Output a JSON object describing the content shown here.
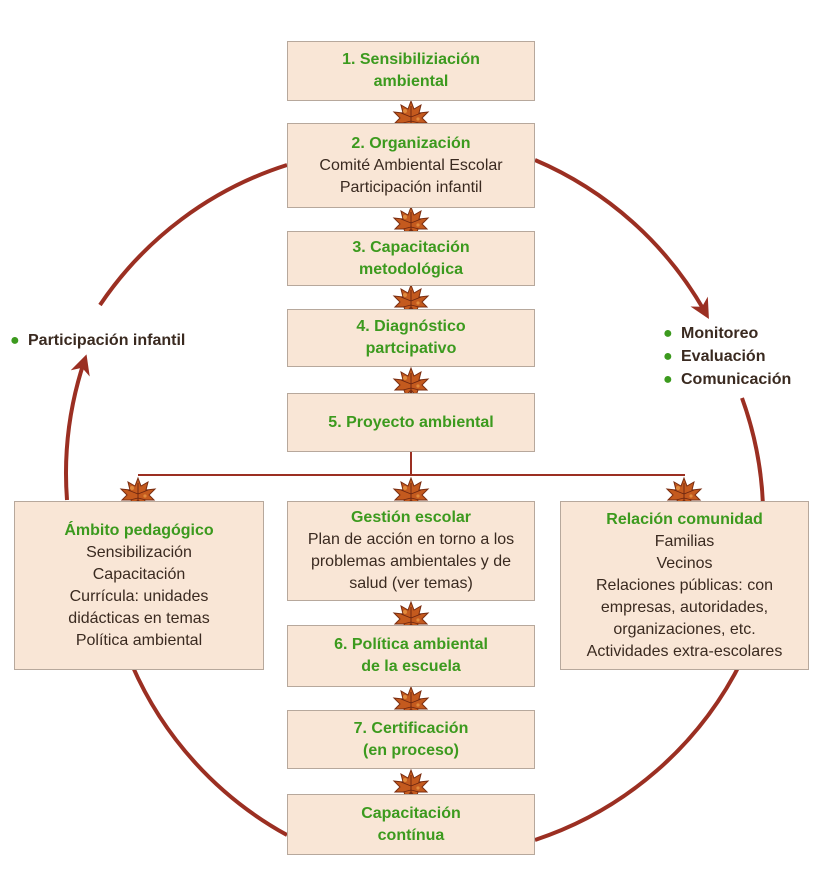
{
  "steps": {
    "s1": [
      "1. Sensibiliziación",
      "ambiental"
    ],
    "s2": {
      "title": "2. Organización",
      "lines": [
        "Comité Ambiental Escolar",
        "Participación infantil"
      ]
    },
    "s3": [
      "3. Capacitación",
      "metodológica"
    ],
    "s4": [
      "4. Diagnóstico",
      "partcipativo"
    ],
    "s5": [
      "5. Proyecto ambiental"
    ],
    "s6": [
      "6. Política ambiental",
      "de la escuela"
    ],
    "s7": [
      "7. Certificación",
      "(en proceso)"
    ],
    "s8": [
      "Capacitación",
      "contínua"
    ]
  },
  "branches": {
    "pedagogico": {
      "title": "Ámbito pedagógico",
      "lines": [
        "Sensibilización",
        "Capacitación",
        "Currícula: unidades",
        "didácticas en temas",
        "Política ambiental"
      ]
    },
    "gestion": {
      "title": "Gestión escolar",
      "lines": [
        "Plan de acción en torno a los",
        "problemas ambientales y de",
        "salud (ver temas)"
      ]
    },
    "comunidad": {
      "title": "Relación comunidad",
      "lines": [
        "Familias",
        "Vecinos",
        "Relaciones públicas: con",
        "empresas, autoridades,",
        "organizaciones, etc.",
        "Actividades extra-escolares"
      ]
    }
  },
  "left_side": [
    "Participación infantil"
  ],
  "right_side": [
    "Monitoreo",
    "Evaluación",
    "Comunicación"
  ],
  "colors": {
    "box_fill": "#f9e6d6",
    "box_border": "#b7a89c",
    "title_green": "#3c9a1e",
    "circle": "#9b2f22",
    "connector": "#9b2f22"
  },
  "icons": {
    "leaf": "maple-leaf-icon",
    "bullet": "bullet-icon",
    "arrow": "arrowhead-icon"
  }
}
